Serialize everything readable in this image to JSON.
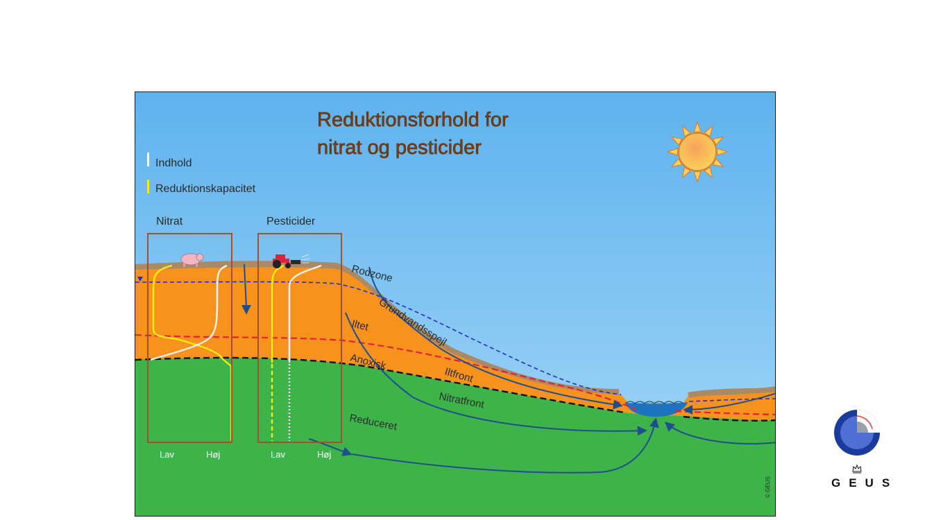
{
  "title": {
    "line1": "Reduktionsforhold for",
    "line2": "nitrat og pesticider"
  },
  "legend": {
    "content": "Indhold",
    "capacity": "Reduktionskapacitet",
    "content_color": "#ffffff",
    "capacity_color": "#f3ec12"
  },
  "panels": {
    "nitrate": {
      "title": "Nitrat",
      "low": "Lav",
      "high": "Høj"
    },
    "pesticide": {
      "title": "Pesticider",
      "low": "Lav",
      "high": "Høj"
    }
  },
  "layers": {
    "root_zone": "Rodzone",
    "water_table": "Grundvandsspejl",
    "oxic": "Iltet",
    "anoxic": "Anoxisk",
    "oxygen_front": "Iltfront",
    "nitrate_front": "Nitratfront",
    "reduced": "Reduceret"
  },
  "colors": {
    "sky_top": "#5eb2ee",
    "sky_bottom": "#a9d9f7",
    "oxic_zone": "#f7921e",
    "reduced_zone": "#3db34a",
    "topsoil": "#a98a64",
    "water": "#1e73be",
    "flow_arrow": "#1f4e8c",
    "panel_border": "#a0522d",
    "water_table_line": "#1c2fd6",
    "oxygen_front_line": "#e5203a",
    "nitrate_front_line": "#111111"
  },
  "icons": [
    "sun-icon",
    "pig-icon",
    "tractor-icon",
    "water-table-marker-icon",
    "crown-icon",
    "geus-logo-icon"
  ],
  "copyright": "© GEUS",
  "logo": {
    "text": "GEUS"
  }
}
